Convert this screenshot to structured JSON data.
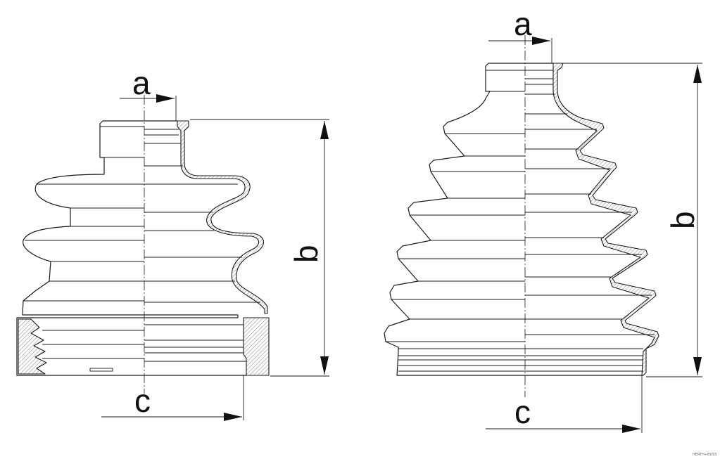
{
  "labels": {
    "a": "a",
    "b": "b",
    "c": "c"
  },
  "figures": [
    {
      "name": "left-boot",
      "dimensions": [
        "a",
        "b",
        "c"
      ]
    },
    {
      "name": "right-boot",
      "dimensions": [
        "a",
        "b",
        "c"
      ]
    }
  ],
  "watermark": "HERTH+BUSS",
  "colors": {
    "line": "#1a1a1a",
    "background": "#ffffff"
  }
}
